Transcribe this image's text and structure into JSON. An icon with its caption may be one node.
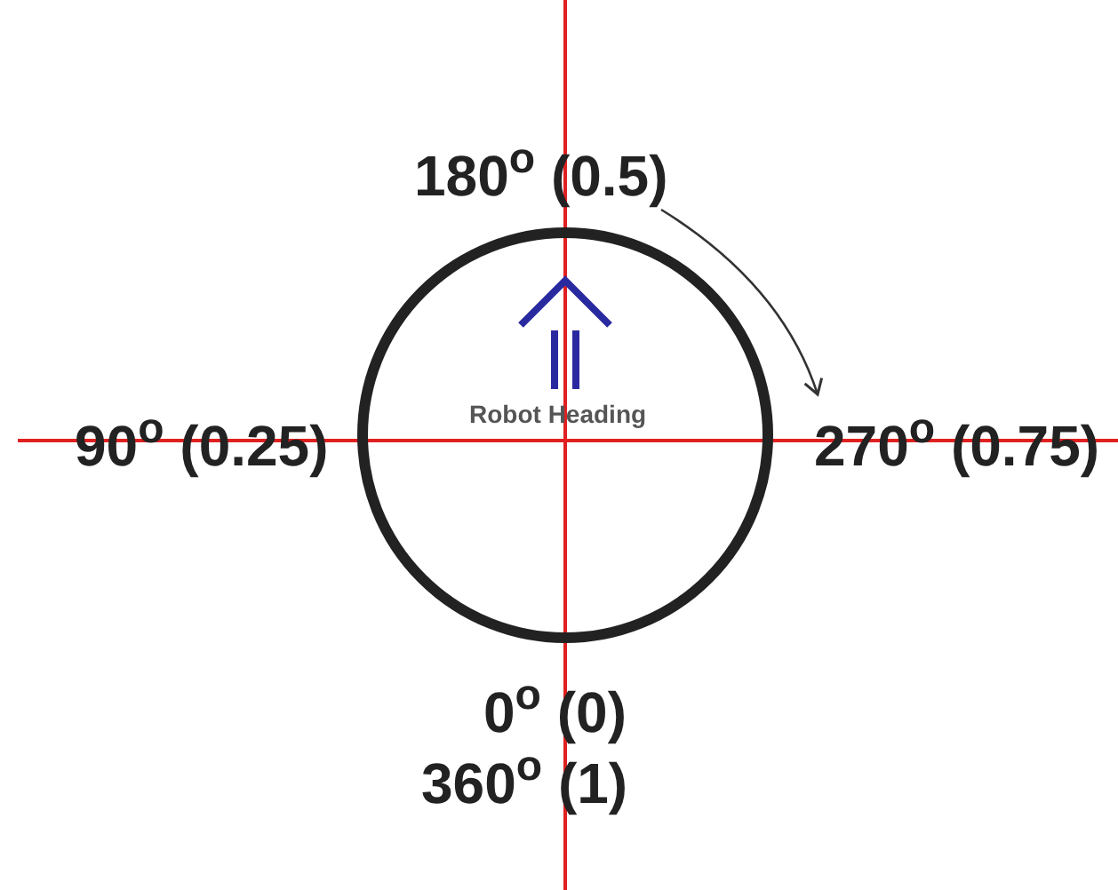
{
  "diagram": {
    "labels": [
      "180$^{o}$ (0.5)",
      "Robot Heading",
      "90$^{o}$ (0.25)",
      "270$^{o}$ (0.75)",
      "0$^{o}$ (0)",
      "360$^{o}$ (1)"
    ]
  }
}
